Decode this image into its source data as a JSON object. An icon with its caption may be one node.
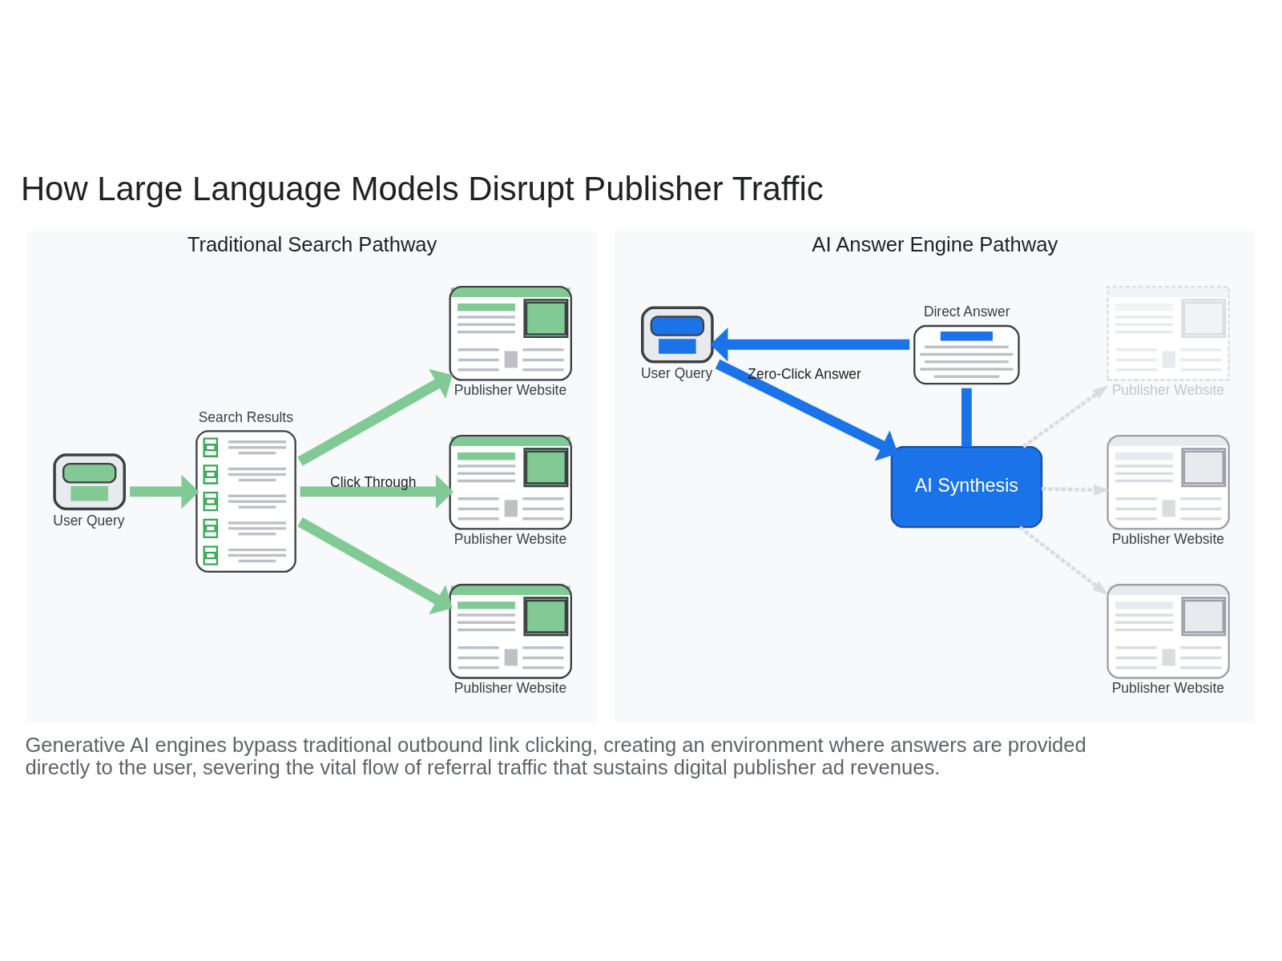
{
  "diagram": {
    "title": "How Large Language Models Disrupt Publisher Traffic",
    "caption": "Generative AI engines bypass traditional outbound link clicking, creating an environment where answers are provided directly to the user, severing the vital flow of referral traffic that sustains digital publisher ad revenues.",
    "nodes": [
      {
        "text": [
          "Traditional Search Pathway"
        ]
      },
      {
        "text": [
          "User Query"
        ],
        "in": 0
      },
      {
        "text": [
          "Search Results"
        ],
        "in": 0
      },
      {
        "text": [
          "Publisher Website"
        ],
        "in": 0
      },
      {
        "text": [
          "Publisher Website"
        ],
        "in": 0
      },
      {
        "text": [
          "Publisher Website"
        ],
        "in": 0
      },
      {
        "text": [
          "AI Answer Engine Pathway"
        ]
      },
      {
        "text": [
          "User Query"
        ],
        "in": 6
      },
      {
        "text": [
          "AI Synthesis"
        ],
        "in": 6
      },
      {
        "text": [
          "Direct Answer"
        ],
        "in": 6
      },
      {
        "text": [
          "Publisher Website"
        ],
        "in": 6
      },
      {
        "text": [
          "Publisher Website"
        ],
        "in": 6
      },
      {
        "text": [
          "Publisher Website"
        ],
        "in": 6
      }
    ],
    "edges": [
      {
        "from": 1,
        "to": 2,
        "arrow": "to"
      },
      {
        "from": 2,
        "to": 3,
        "arrow": "to"
      },
      {
        "from": 2,
        "to": 4,
        "arrow": "to",
        "label": "Click Through"
      },
      {
        "from": 2,
        "to": 5,
        "arrow": "to"
      },
      {
        "from": 7,
        "to": 8,
        "arrow": "to",
        "label": "Zero-Click Answer",
        "color": "#1a73e8"
      },
      {
        "from": 8,
        "to": 9,
        "arrow": "none",
        "color": "#1a73e8"
      },
      {
        "from": 9,
        "to": 7,
        "arrow": "to",
        "color": "#1a73e8"
      },
      {
        "from": 8,
        "to": 10,
        "arrow": "to",
        "style": "dashed",
        "color": "#dadce0"
      },
      {
        "from": 8,
        "to": 11,
        "arrow": "to",
        "style": "dashed",
        "color": "#dadce0"
      },
      {
        "from": 8,
        "to": 12,
        "arrow": "to",
        "style": "dashed",
        "color": "#dadce0"
      }
    ]
  }
}
